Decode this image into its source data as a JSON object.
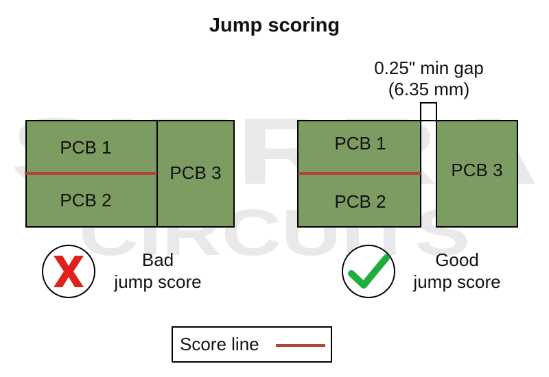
{
  "title": "Jump scoring",
  "watermark": {
    "line1": "SIERRA",
    "line2": "CIRCUITS"
  },
  "bad_example": {
    "pcbs": [
      "PCB 1",
      "PCB 2",
      "PCB 3"
    ],
    "verdict_line1": "Bad",
    "verdict_line2": "jump score",
    "icon": "red-x-icon"
  },
  "good_example": {
    "pcbs": [
      "PCB 1",
      "PCB 2",
      "PCB 3"
    ],
    "gap_label_line1": "0.25\" min gap",
    "gap_label_line2": "(6.35 mm)",
    "verdict_line1": "Good",
    "verdict_line2": "jump score",
    "icon": "green-check-icon"
  },
  "legend": {
    "label": "Score line"
  },
  "colors": {
    "pcb_fill": "#7d9c61",
    "outline": "#000000",
    "score_line": "#b0443a",
    "x_mark": "#e0201b",
    "check_mark": "#1fae3d",
    "watermark": "#e9e9e9"
  }
}
